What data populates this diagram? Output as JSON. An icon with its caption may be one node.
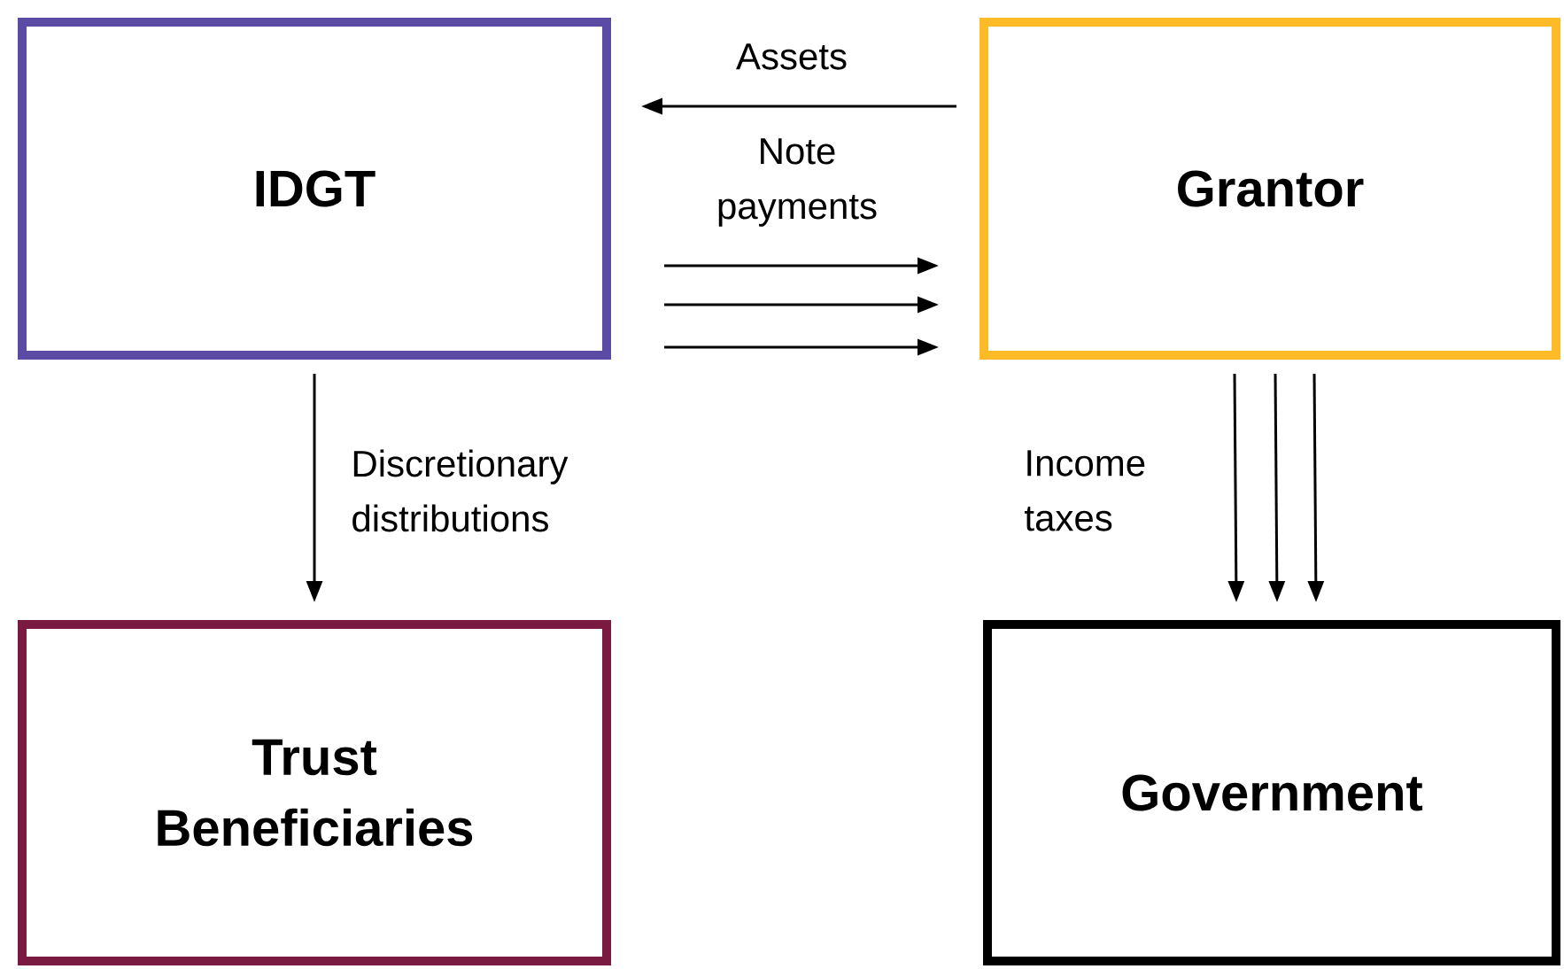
{
  "diagram": {
    "nodes": [
      {
        "text": [
          "IDGT"
        ]
      },
      {
        "text": [
          "Grantor"
        ]
      },
      {
        "text": [
          "Trust Beneficiaries"
        ]
      },
      {
        "text": [
          "Government"
        ]
      }
    ],
    "edges": [
      {
        "from": 1,
        "to": 0,
        "arrow": "to",
        "label": "Assets"
      },
      {
        "from": 0,
        "to": 1,
        "arrow": "to",
        "label": "Note payments"
      },
      {
        "from": 0,
        "to": 1,
        "arrow": "to"
      },
      {
        "from": 0,
        "to": 1,
        "arrow": "to"
      },
      {
        "from": 0,
        "to": 2,
        "arrow": "to",
        "label": "Discretionary distributions"
      },
      {
        "from": 1,
        "to": 3,
        "arrow": "to",
        "label": "Income taxes"
      },
      {
        "from": 1,
        "to": 3,
        "arrow": "to"
      },
      {
        "from": 1,
        "to": 3,
        "arrow": "to"
      }
    ]
  }
}
